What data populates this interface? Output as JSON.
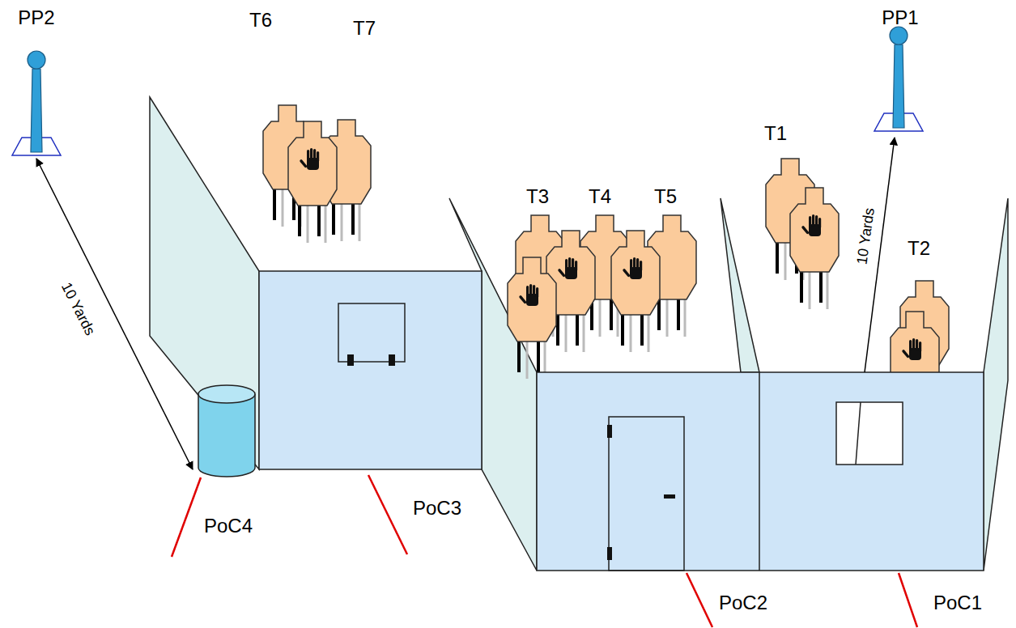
{
  "diagram": {
    "labels": [
      "PP2",
      "PP1",
      "T6",
      "T7",
      "T1",
      "T3",
      "T4",
      "T5",
      "T2",
      "10 Yards",
      "10 Yards",
      "PoC4",
      "PoC3",
      "PoC2",
      "PoC1"
    ]
  }
}
